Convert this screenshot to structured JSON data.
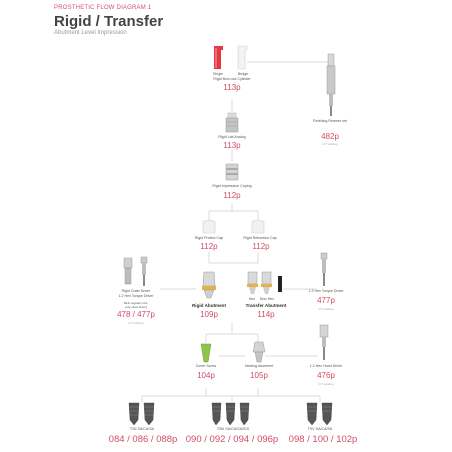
{
  "header": {
    "small": "PROSTHETIC FLOW DIAGRAM 1",
    "title": "Rigid / Transfer",
    "subtitle": "Abutment Level Impression"
  },
  "burnout": {
    "left_label": "Single",
    "right_label": "Bridge",
    "label": "Rigid Burn-out Cylinder",
    "page": "113p"
  },
  "lab_analog": {
    "label": "Rigid Lab Analog",
    "page": "113p"
  },
  "impression_coping": {
    "label": "Rigid Impression Coping",
    "page": "112p"
  },
  "protect_cap": {
    "label": "Rigid Protect Cap",
    "page": "112p"
  },
  "retraction_cap": {
    "label": "Rigid Retraction Cap",
    "page": "112p"
  },
  "finishing_reamer": {
    "label": "Finishing Reamer set",
    "page": "482p",
    "catalog": "KIT catalog"
  },
  "outer_driver": {
    "label1": "Rigid Outer Driver",
    "label2": "1.2 Hex Torque Driver",
    "note1": "MHL regular(+4.0,",
    "note2": "only clear driver)",
    "page": "478 / 477p",
    "catalog": "KIT catalog"
  },
  "rigid_abutment": {
    "label": "Rigid Abutment",
    "page": "109p"
  },
  "transfer_abutment": {
    "hex": "Hex",
    "nonhex": "Non-Hex",
    "label": "Transfer Abutment",
    "page": "114p"
  },
  "torque_driver": {
    "label": "1.2 Hex Torque Driver",
    "page": "477p",
    "catalog": "KIT catalog"
  },
  "cover_screw": {
    "label": "Cover Screw",
    "page": "104p"
  },
  "healing_abutment": {
    "label": "Healing Abutment",
    "page": "105p"
  },
  "hand_driver": {
    "label": "1.2 Hex Hand Driver",
    "page": "476p",
    "catalog": "KIT catalog"
  },
  "implants": [
    {
      "label": "TSII SA/CA/SA",
      "pages": "084 / 086 / 088p"
    },
    {
      "label": "TSIII SA/CA/SA/SOI",
      "pages": "090 / 092 / 094 / 096p"
    },
    {
      "label": "TSV SA/CA/SA",
      "pages": "098 / 100 / 102p"
    }
  ]
}
